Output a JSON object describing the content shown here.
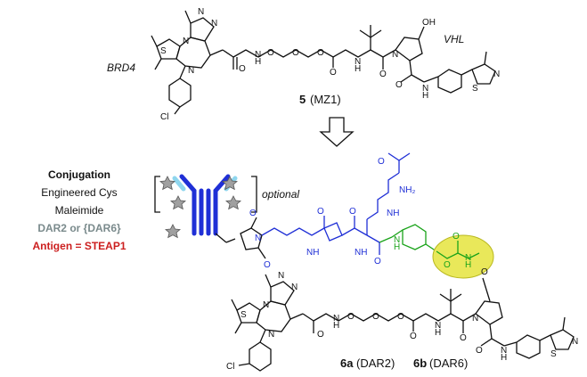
{
  "top": {
    "brd4_label": "BRD4",
    "vhl_label": "VHL",
    "compound_number": "5",
    "compound_name": "(MZ1)"
  },
  "conjugation": {
    "title": "Conjugation",
    "line1": "Engineered Cys",
    "line2": "Maleimide",
    "dar": "DAR2 or {DAR6}",
    "antigen": "Antigen = STEAP1"
  },
  "antibody": {
    "optional_label": "optional"
  },
  "bottom": {
    "label_6a_num": "6a",
    "label_6a_name": "(DAR2)",
    "label_6b_num": "6b",
    "label_6b_name": "(DAR6)"
  },
  "atoms": {
    "S": "S",
    "N": "N",
    "O": "O",
    "H": "H",
    "NH": "NH",
    "NH2": "NH₂",
    "OH": "OH",
    "Cl": "Cl"
  },
  "colors": {
    "black": "#111111",
    "blue_linker": "#1f2fd6",
    "green_linker": "#1aa31a",
    "highlight": "#e9e85a",
    "antibody_blue": "#1f2fd6",
    "antibody_light": "#8fd6ee",
    "drug_star": "#a0a0a0",
    "antigen_red": "#cc1f1f",
    "dar_gray": "#7a8a8c"
  }
}
